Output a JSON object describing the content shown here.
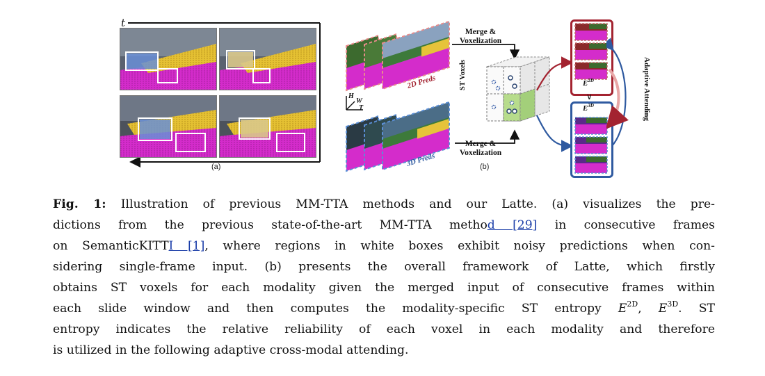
{
  "figure": {
    "panel_a": {
      "time_label": "t",
      "sublabel": "(a)"
    },
    "panel_b": {
      "merge_top": [
        "Merge &",
        "Voxelization"
      ],
      "merge_bottom": [
        "Merge &",
        "Voxelization"
      ],
      "preds_2d": "2D Preds",
      "preds_3d": "3D Preds",
      "st_voxels": "ST Voxels",
      "axes": {
        "h": "H",
        "w": "W",
        "t": "T"
      },
      "entropy_2d": {
        "base": "E",
        "sup": "2D"
      },
      "entropy_3d": {
        "base": "E",
        "sup": "3D"
      },
      "compare": "∨",
      "adaptive": "Adaptive Attending",
      "sublabel": "(b)"
    },
    "colors": {
      "red": "#a32330",
      "blue": "#2f5aa0",
      "magenta": "#d024c8",
      "yellow": "#e6c33a",
      "voxel_green": "#b7dc8c"
    }
  },
  "caption": {
    "label": "Fig. 1:",
    "l1": " Illustration of previous MM-TTA methods and our Latte. (a) visualizes the pre-",
    "l2a": "dictions from the previous state-of-the-art MM-TTA metho",
    "l2ref": "d [29]",
    "l2b": " in consecutive frames",
    "l3a": "on SemanticKITT",
    "l3ref": "I [1]",
    "l3b": ", where regions in white boxes exhibit noisy predictions when con-",
    "l4": "sidering single-frame input. (b) presents the overall framework of Latte, which firstly",
    "l5": "obtains ST voxels for each modality given the merged input of consecutive frames within",
    "l6a": "each slide window and then computes the modality-specific ST entropy ",
    "e2d_base": "E",
    "e2d_sup": "2D",
    "sep": ", ",
    "e3d_base": "E",
    "e3d_sup": "3D",
    "l6b": ". ST",
    "l7": "entropy indicates the relative reliability of each voxel in each modality and therefore",
    "l8": "is utilized in the following adaptive cross-modal attending."
  }
}
